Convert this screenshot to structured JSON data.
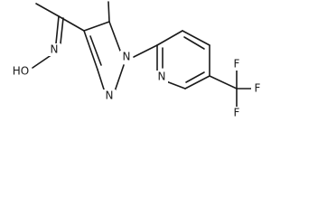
{
  "labels": {
    "hydroxyl": "HO",
    "oxime_n": "N",
    "pyrazole_n1": "N",
    "pyrazole_n2": "N",
    "pyridine_n": "N",
    "f_top": "F",
    "f_right": "F",
    "f_bottom": "F"
  }
}
